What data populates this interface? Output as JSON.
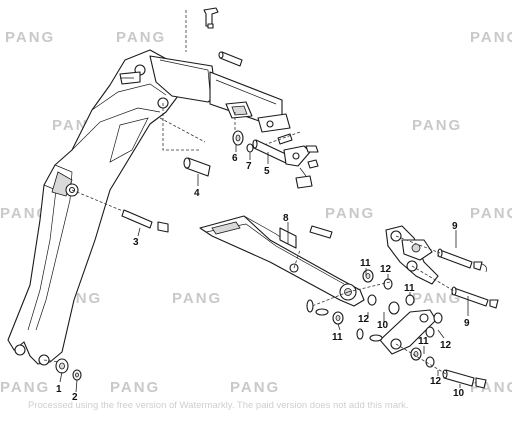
{
  "callouts": [
    "1",
    "2",
    "3",
    "4",
    "5",
    "6",
    "7",
    "8",
    "9",
    "10",
    "11",
    "12"
  ],
  "watermark": {
    "logo": "PANG",
    "notice": "Processed using the free version of Watermarkly. The paid version does not add this mark."
  },
  "colors": {
    "line": "#1a1a1a",
    "shade": "#d9d9d9",
    "watermark": "#c9c9c9"
  }
}
